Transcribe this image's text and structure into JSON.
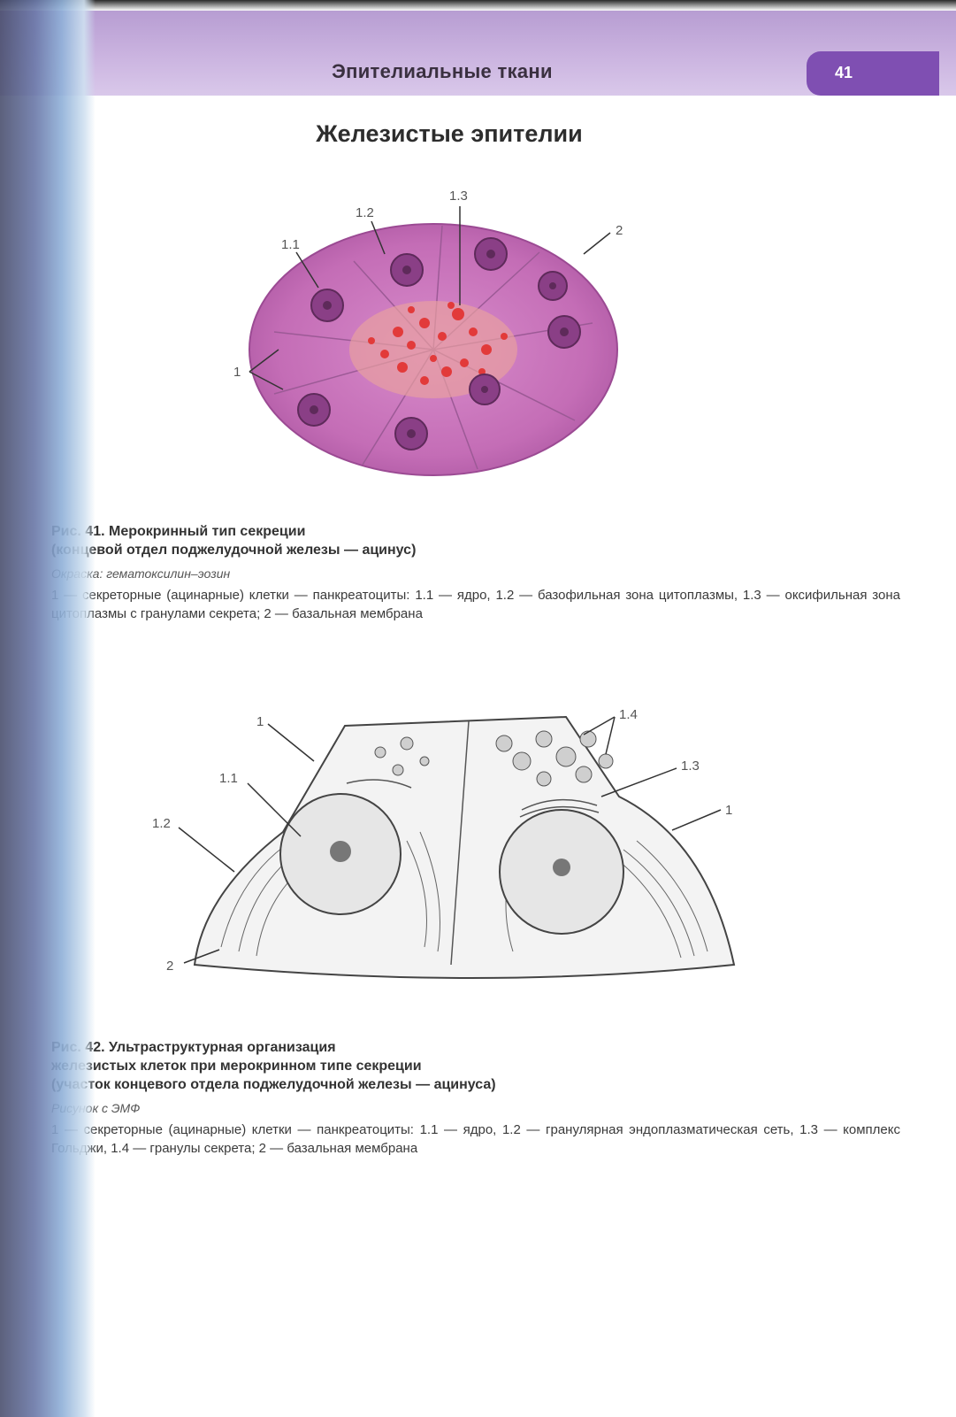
{
  "header": {
    "title": "Эпителиальные ткани",
    "page_number": "41",
    "band_color": "#c9b2df",
    "page_number_color": "#7f4fb2"
  },
  "section_title": "Железистые эпителии",
  "figure41": {
    "labels": {
      "l1": "1",
      "l1_1": "1.1",
      "l1_2": "1.2",
      "l1_3": "1.3",
      "l2": "2"
    },
    "caption_title_line1": "Рис. 41. Мерокринный тип секреции",
    "caption_title_line2": "(концевой отдел поджелудочной железы — ацинус)",
    "stain": "Окраска: гематоксилин–эозин",
    "description": "1 — секреторные (ацинарные) клетки — панкреатоциты: 1.1 — ядро, 1.2 — базофильная зона цитоплазмы, 1.3 — оксифильная зона цитоплазмы с гранулами секрета; 2 — базальная мембрана",
    "colors": {
      "cytoplasm": "#c86db8",
      "granules": "#e8333a",
      "nucleus": "#8a3f86"
    }
  },
  "figure42": {
    "labels": {
      "l1_left": "1",
      "l1_right": "1",
      "l1_1": "1.1",
      "l1_2": "1.2",
      "l1_3": "1.3",
      "l1_4": "1.4",
      "l2": "2"
    },
    "caption_title_line1": "Рис. 42. Ультраструктурная организация",
    "caption_title_line2": "железистых клеток при мерокринном типе секреции",
    "caption_title_line3": "(участок концевого отдела поджелудочной железы — ацинуса)",
    "source": "Рисунок с ЭМФ",
    "description": "1 — секреторные (ацинарные) клетки — панкреатоциты: 1.1 — ядро, 1.2 — гранулярная эндоплазматическая сеть, 1.3 — комплекс Гольджи, 1.4 — гранулы секрета; 2 — базальная мембрана"
  }
}
